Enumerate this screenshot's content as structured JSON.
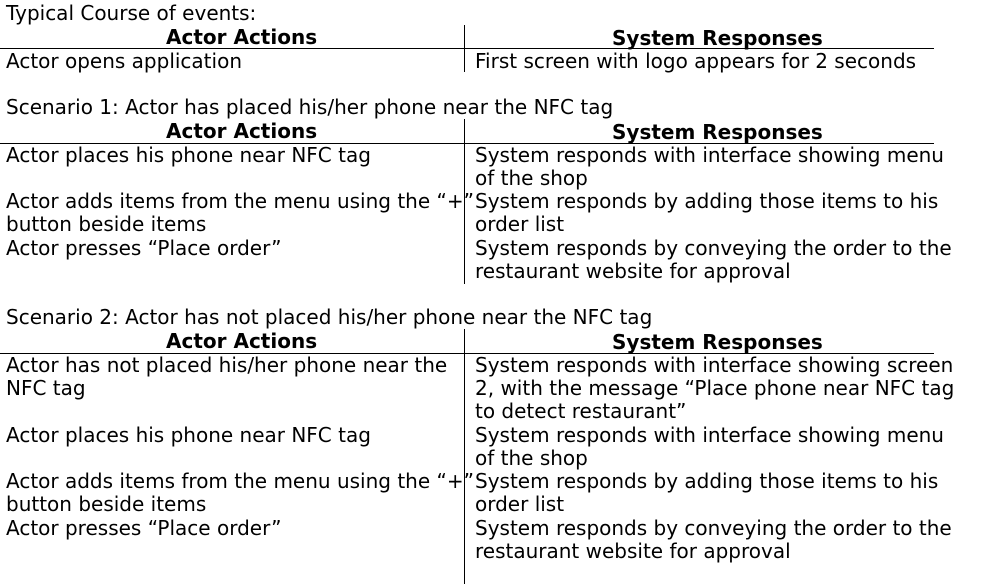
{
  "intro": "Typical Course of events:",
  "headers": {
    "actor": "Actor Actions",
    "system": "System Responses"
  },
  "table0": {
    "rows": [
      {
        "actor": [
          "Actor opens application"
        ],
        "system": [
          "First screen with logo appears for 2 seconds"
        ]
      }
    ]
  },
  "scenario1": {
    "title": "Scenario 1: Actor has placed his/her phone near the NFC tag",
    "rows": [
      {
        "actor": [
          "Actor places his phone near NFC tag"
        ],
        "system": [
          "System responds with interface showing menu",
          "of the shop"
        ]
      },
      {
        "actor": [
          "Actor adds items from the menu using the “+”",
          "button beside items"
        ],
        "system": [
          "System responds by adding those items to his",
          "order list"
        ]
      },
      {
        "actor": [
          "Actor presses “Place order”"
        ],
        "system": [
          "System responds by conveying the order to the",
          "restaurant website for approval"
        ]
      }
    ]
  },
  "scenario2": {
    "title": "Scenario 2: Actor has not placed his/her phone near the NFC tag",
    "rows": [
      {
        "actor": [
          "Actor has not placed his/her phone near the",
          "NFC tag"
        ],
        "system": [
          "System responds with interface showing screen",
          "2, with the message “Place phone near NFC tag",
          "to detect restaurant”"
        ]
      },
      {
        "actor": [
          "Actor places his phone near NFC tag"
        ],
        "system": [
          "System responds with interface showing menu",
          "of the shop"
        ]
      },
      {
        "actor": [
          "Actor adds items from the menu using the “+”",
          "button beside items"
        ],
        "system": [
          "System responds by adding those items to his",
          "order list"
        ]
      },
      {
        "actor": [
          "Actor presses “Place order”"
        ],
        "system": [
          "System responds by conveying the order to the",
          "restaurant website for approval"
        ]
      }
    ]
  }
}
